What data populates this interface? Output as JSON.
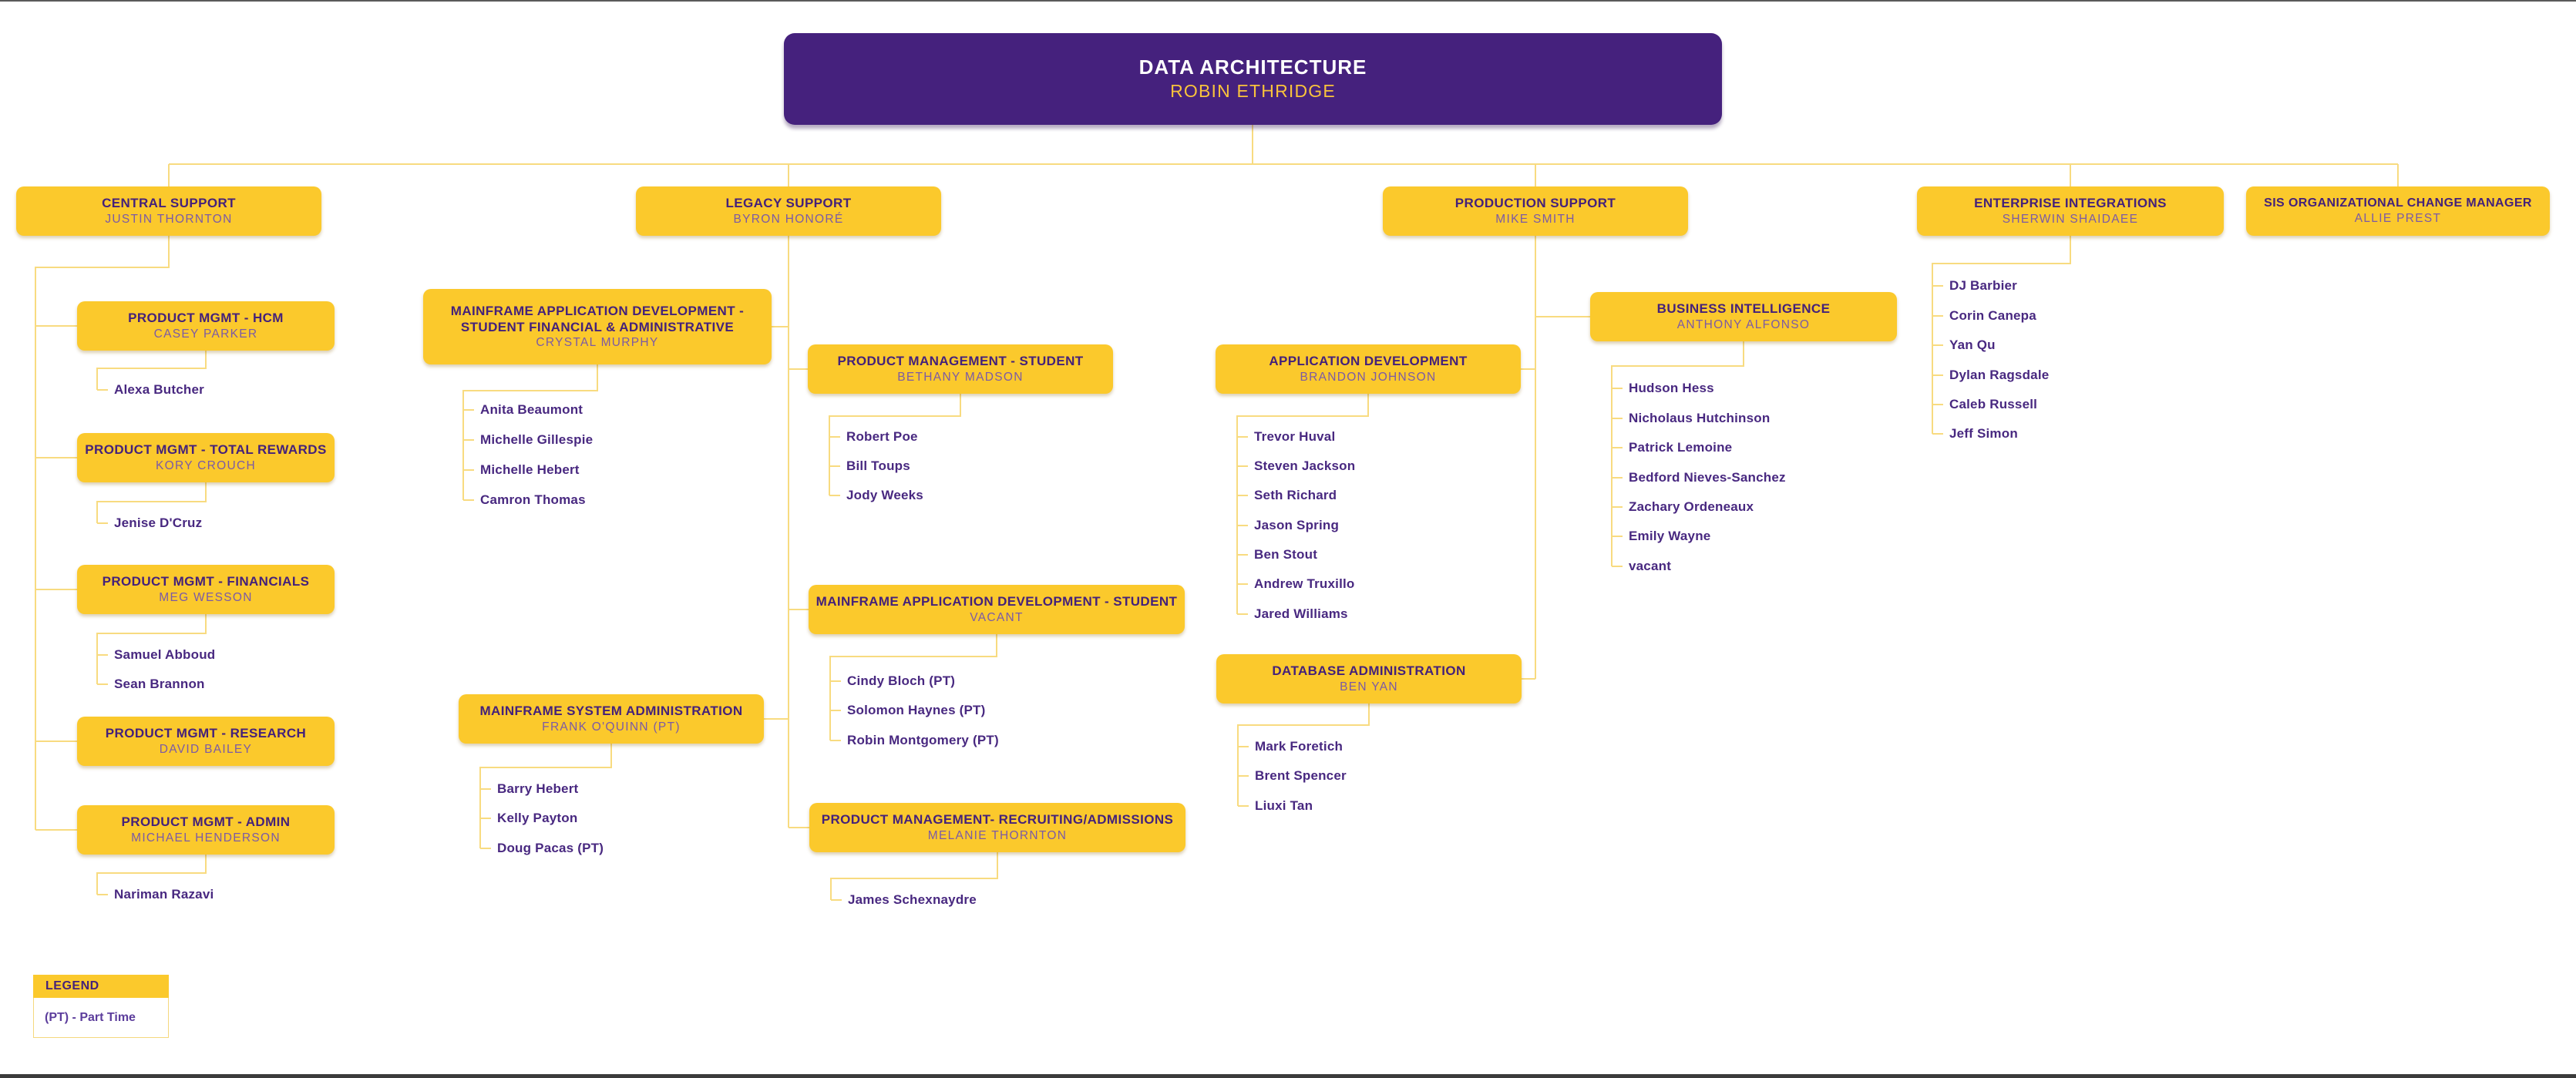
{
  "colors": {
    "brand_purple": "#45217D",
    "brand_gold": "#FBC92C",
    "connector_line": "#F8DB80",
    "title_text": "#44217A",
    "subtitle_text": "#7B5AA6",
    "member_text": "#482880",
    "root_title_text": "#FFFFFF",
    "root_name_text": "#F9C33C"
  },
  "root": {
    "title": "DATA ARCHITECTURE",
    "name": "ROBIN ETHRIDGE"
  },
  "level2": {
    "central": {
      "title": "CENTRAL SUPPORT",
      "name": "JUSTIN THORNTON"
    },
    "legacy": {
      "title": "LEGACY SUPPORT",
      "name": "BYRON HONORÉ"
    },
    "production": {
      "title": "PRODUCTION SUPPORT",
      "name": "MIKE SMITH"
    },
    "enterprise": {
      "title": "ENTERPRISE INTEGRATIONS",
      "name": "SHERWIN SHAIDAEE",
      "members": [
        "DJ Barbier",
        "Corin Canepa",
        "Yan Qu",
        "Dylan Ragsdale",
        "Caleb Russell",
        "Jeff Simon"
      ]
    },
    "sis": {
      "title": "SIS ORGANIZATIONAL CHANGE MANAGER",
      "name": "ALLIE PREST"
    }
  },
  "departments": {
    "pm_hcm": {
      "title": "PRODUCT MGMT - HCM",
      "name": "CASEY PARKER",
      "members": [
        "Alexa Butcher"
      ]
    },
    "pm_rewards": {
      "title": "PRODUCT MGMT - TOTAL REWARDS",
      "name": "KORY CROUCH",
      "members": [
        "Jenise D'Cruz"
      ]
    },
    "pm_financials": {
      "title": "PRODUCT MGMT - FINANCIALS",
      "name": "MEG WESSON",
      "members": [
        "Samuel Abboud",
        "Sean Brannon"
      ]
    },
    "pm_research": {
      "title": "PRODUCT MGMT - RESEARCH",
      "name": "DAVID BAILEY",
      "members": []
    },
    "pm_admin": {
      "title": "PRODUCT MGMT - ADMIN",
      "name": "MICHAEL HENDERSON",
      "members": [
        "Nariman Razavi"
      ]
    },
    "mad_sfa": {
      "title": "MAINFRAME APPLICATION DEVELOPMENT - STUDENT FINANCIAL & ADMINISTRATIVE",
      "name": "CRYSTAL MURPHY",
      "members": [
        "Anita Beaumont",
        "Michelle Gillespie",
        "Michelle Hebert",
        "Camron Thomas"
      ]
    },
    "msa": {
      "title": "MAINFRAME SYSTEM ADMINISTRATION",
      "name": "FRANK O'QUINN (PT)",
      "members": [
        "Barry Hebert",
        "Kelly Payton",
        "Doug Pacas (PT)"
      ]
    },
    "pm_student": {
      "title": "PRODUCT MANAGEMENT - STUDENT",
      "name": "BETHANY MADSON",
      "members": [
        "Robert Poe",
        "Bill Toups",
        "Jody Weeks"
      ]
    },
    "mad_student": {
      "title": "MAINFRAME APPLICATION DEVELOPMENT - STUDENT",
      "name": "VACANT",
      "members": [
        "Cindy Bloch (PT)",
        "Solomon Haynes (PT)",
        "Robin Montgomery (PT)"
      ]
    },
    "pm_recruiting": {
      "title": "PRODUCT MANAGEMENT- RECRUITING/ADMISSIONS",
      "name": "MELANIE THORNTON",
      "members": [
        "James Schexnaydre"
      ]
    },
    "app_dev": {
      "title": "APPLICATION DEVELOPMENT",
      "name": "BRANDON JOHNSON",
      "members": [
        "Trevor Huval",
        "Steven Jackson",
        "Seth Richard",
        "Jason Spring",
        "Ben Stout",
        "Andrew Truxillo",
        "Jared Williams"
      ]
    },
    "bi": {
      "title": "BUSINESS INTELLIGENCE",
      "name": "ANTHONY ALFONSO",
      "members": [
        "Hudson Hess",
        "Nicholaus Hutchinson",
        "Patrick Lemoine",
        "Bedford Nieves-Sanchez",
        "Zachary Ordeneaux",
        "Emily Wayne",
        "vacant"
      ]
    },
    "dba": {
      "title": "DATABASE ADMINISTRATION",
      "name": "BEN YAN",
      "members": [
        "Mark Foretich",
        "Brent Spencer",
        "Liuxi Tan"
      ]
    }
  },
  "legend": {
    "title": "LEGEND",
    "note": "(PT) - Part Time"
  }
}
